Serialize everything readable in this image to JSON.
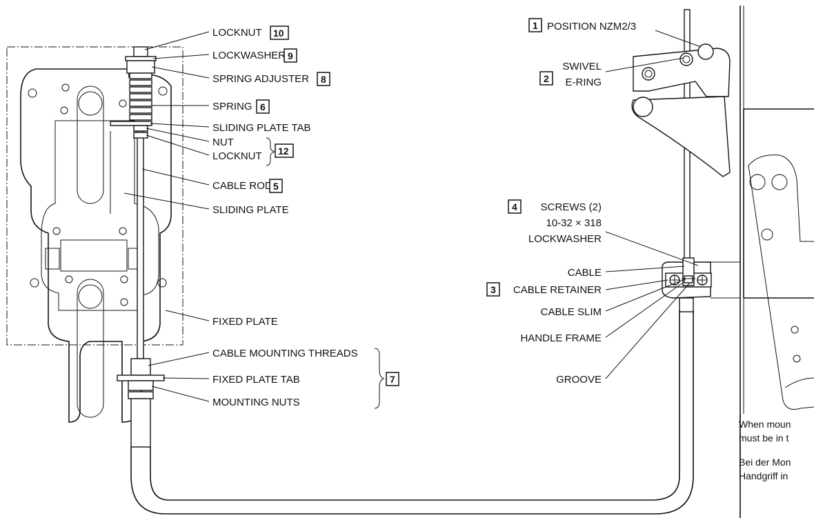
{
  "left_labels": {
    "locknut_top": "LOCKNUT",
    "lockwasher": "LOCKWASHER",
    "spring_adjuster": "SPRING ADJUSTER",
    "spring": "SPRING",
    "sliding_plate_tab": "SLIDING PLATE TAB",
    "nut": "NUT",
    "locknut_lower": "LOCKNUT",
    "cable_rod": "CABLE ROD",
    "sliding_plate": "SLIDING PLATE",
    "fixed_plate": "FIXED PLATE",
    "cable_mounting_threads": "CABLE MOUNTING THREADS",
    "fixed_plate_tab": "FIXED PLATE TAB",
    "mounting_nuts": "MOUNTING NUTS"
  },
  "right_labels": {
    "position": "POSITION NZM2/3",
    "swivel": "SWIVEL",
    "e_ring": "E-RING",
    "screws": "SCREWS (2)",
    "screw_spec": "10-32 × 318",
    "lockwasher": "LOCKWASHER",
    "cable": "CABLE",
    "cable_retainer": "CABLE RETAINER",
    "cable_slim": "CABLE SLIM",
    "handle_frame": "HANDLE FRAME",
    "groove": "GROOVE"
  },
  "badges": {
    "b1": "1",
    "b2": "2",
    "b3": "3",
    "b4": "4",
    "b5": "5",
    "b6": "6",
    "b7": "7",
    "b8": "8",
    "b9": "9",
    "b10": "10",
    "b12": "12"
  },
  "notes": {
    "en_line1": "When moun",
    "en_line2": "must be in t",
    "de_line1": "Bei der Mon",
    "de_line2": "Handgriff in"
  }
}
